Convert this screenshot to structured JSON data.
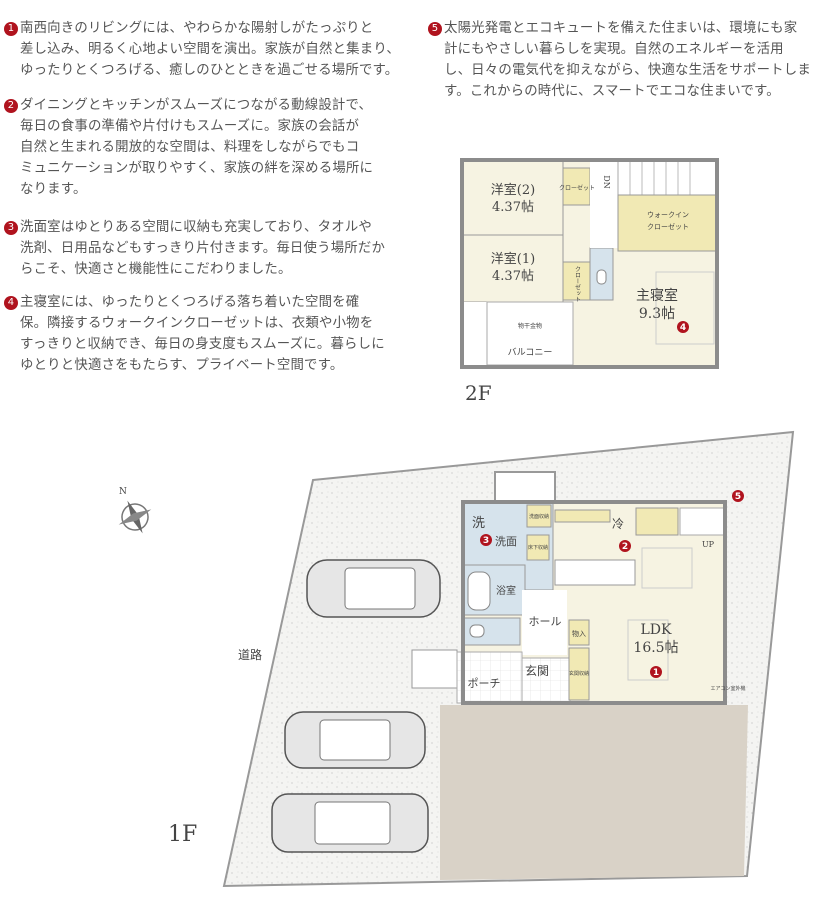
{
  "descriptions": [
    {
      "number": "1",
      "lines": [
        "南西向きのリビングには、やわらかな陽射しがたっぷりと",
        "差し込み、明るく心地よい空間を演出。家族が自然と集まり、",
        "ゆったりとくつろげる、癒しのひとときを過ごせる場所です。"
      ]
    },
    {
      "number": "2",
      "lines": [
        "ダイニングとキッチンがスムーズにつながる動線設計で、",
        "毎日の食事の準備や片付けもスムーズに。家族の会話が",
        "自然と生まれる開放的な空間は、料理をしながらでもコ",
        "ミュニケーションが取りやすく、家族の絆を深める場所に",
        "なります。"
      ]
    },
    {
      "number": "3",
      "lines": [
        "洗面室はゆとりある空間に収納も充実しており、タオルや",
        "洗剤、日用品などもすっきり片付きます。毎日使う場所だか",
        "らこそ、快適さと機能性にこだわりました。"
      ]
    },
    {
      "number": "4",
      "lines": [
        "主寝室には、ゆったりとくつろげる落ち着いた空間を確",
        "保。隣接するウォークインクローゼットは、衣類や小物を",
        "すっきりと収納でき、毎日の身支度もスムーズに。暮らしに",
        "ゆとりと快適さをもたらす、プライベート空間です。"
      ]
    },
    {
      "number": "5",
      "lines": [
        "太陽光発電とエコキュートを備えた住まいは、環境にも家",
        "計にもやさしい暮らしを実現。自然のエネルギーを活用",
        "し、日々の電気代を抑えながら、快適な生活をサポートしま",
        "す。これからの時代に、スマートでエコな住まいです。"
      ]
    }
  ],
  "floor2": {
    "label": "2F",
    "western2": "洋室(2)",
    "western2_size": "4.37帖",
    "western1": "洋室(1)",
    "western1_size": "4.37帖",
    "closet": "クローゼット",
    "closet2": "クローゼット",
    "stairs": "DN",
    "walkin1": "ウォークイン",
    "walkin2": "クローゼット",
    "master": "主寝室",
    "master_size": "9.3帖",
    "drying": "物干金物",
    "balcony": "バルコニー"
  },
  "floor1": {
    "label": "1F",
    "laundry": "洗",
    "washroom": "洗面",
    "storage_a": "洗面収納",
    "storage_b": "床下収納",
    "bath": "浴室",
    "hall": "ホール",
    "closet": "物入",
    "entrance": "玄関",
    "shoe_storage": "玄関収納",
    "porch": "ポーチ",
    "fridge": "冷",
    "up": "UP",
    "ldk": "LDK",
    "ldk_size": "16.5帖",
    "aircon": "エアコン室外機",
    "road": "道路",
    "compass": "N"
  },
  "markers": [
    "1",
    "2",
    "3",
    "4",
    "5"
  ],
  "colors": {
    "marker": "#b0131e",
    "living": "#f6f3e2",
    "storage": "#f1e9b4",
    "wet": "#d6e3ec",
    "wall": "#8c8c8c",
    "yard": "#f3f3f1",
    "garden": "#d9d2c7"
  }
}
